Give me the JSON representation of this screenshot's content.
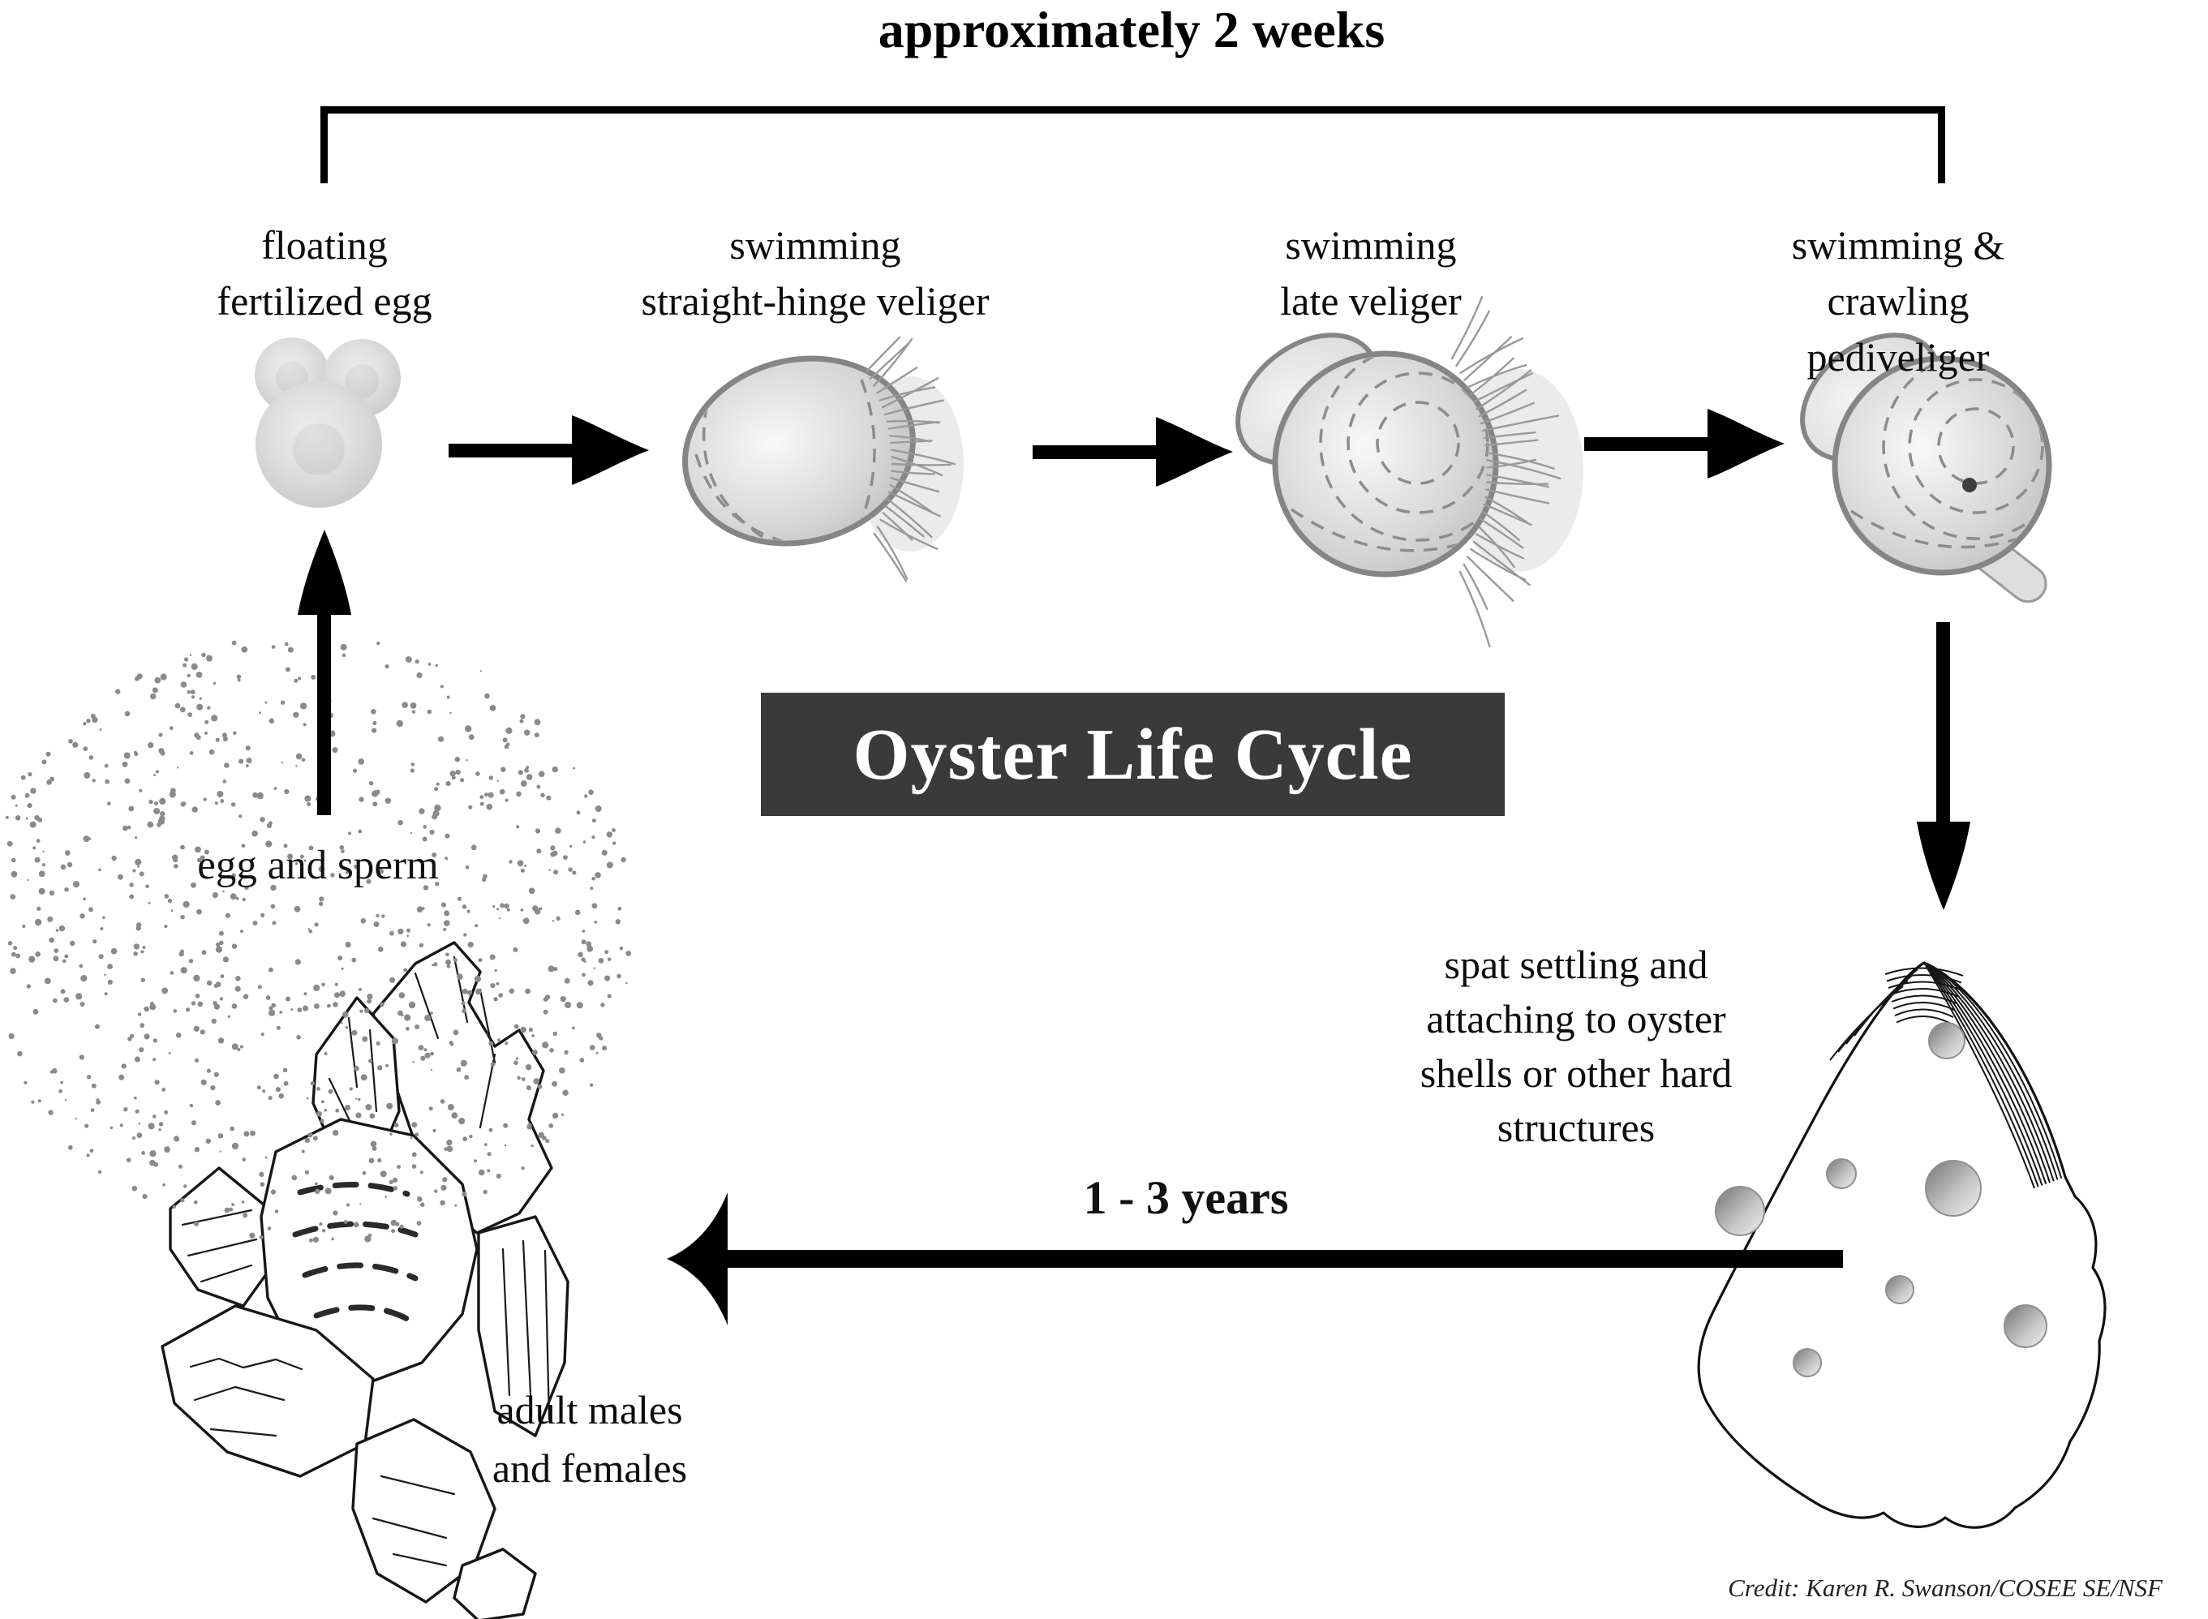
{
  "diagram": {
    "title": "Oyster Life Cycle",
    "top_duration": "approximately 2 weeks",
    "growth_duration": "1 - 3 years",
    "credit": "Credit: Karen R. Swanson/COSEE SE/NSF",
    "stages": [
      {
        "id": "fertilized-egg",
        "label": "floating\nfertilized egg"
      },
      {
        "id": "straight-hinge-veliger",
        "label": "swimming\nstraight-hinge veliger"
      },
      {
        "id": "late-veliger",
        "label": "swimming\nlate veliger"
      },
      {
        "id": "pediveliger",
        "label": "swimming & crawling\npediveliger"
      },
      {
        "id": "spat",
        "label": "spat settling and\nattaching to oyster\nshells or other hard\nstructures"
      },
      {
        "id": "adult",
        "label": "adult males\nand females"
      },
      {
        "id": "spawn",
        "label": "egg and sperm"
      }
    ],
    "colors": {
      "background": "#ffffff",
      "ink": "#000000",
      "title_box_bg": "#3a3a3a",
      "title_text": "#ffffff",
      "speckle": "#8a8a8a",
      "shell_outline": "#858585"
    }
  }
}
